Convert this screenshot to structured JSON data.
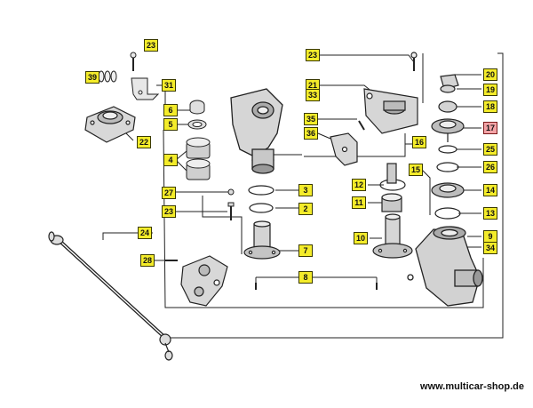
{
  "callouts": [
    {
      "id": "p23a",
      "label": "23"
    },
    {
      "id": "p39",
      "label": "39"
    },
    {
      "id": "p31",
      "label": "31"
    },
    {
      "id": "p6",
      "label": "6"
    },
    {
      "id": "p5",
      "label": "5"
    },
    {
      "id": "p22",
      "label": "22"
    },
    {
      "id": "p4",
      "label": "4"
    },
    {
      "id": "p27",
      "label": "27"
    },
    {
      "id": "p23b",
      "label": "23"
    },
    {
      "id": "p3",
      "label": "3"
    },
    {
      "id": "p2",
      "label": "2"
    },
    {
      "id": "p24",
      "label": "24"
    },
    {
      "id": "p7",
      "label": "7"
    },
    {
      "id": "p28",
      "label": "28"
    },
    {
      "id": "p8",
      "label": "8"
    },
    {
      "id": "p23c",
      "label": "23"
    },
    {
      "id": "p21",
      "label": "21"
    },
    {
      "id": "p33",
      "label": "33"
    },
    {
      "id": "p35",
      "label": "35"
    },
    {
      "id": "p36",
      "label": "36"
    },
    {
      "id": "p16",
      "label": "16"
    },
    {
      "id": "p12",
      "label": "12"
    },
    {
      "id": "p11",
      "label": "11"
    },
    {
      "id": "p10",
      "label": "10"
    },
    {
      "id": "p15",
      "label": "15"
    },
    {
      "id": "p20",
      "label": "20"
    },
    {
      "id": "p19",
      "label": "19"
    },
    {
      "id": "p18",
      "label": "18"
    },
    {
      "id": "p17",
      "label": "17",
      "highlight": true
    },
    {
      "id": "p25",
      "label": "25"
    },
    {
      "id": "p26",
      "label": "26"
    },
    {
      "id": "p14",
      "label": "14"
    },
    {
      "id": "p13",
      "label": "13"
    },
    {
      "id": "p9",
      "label": "9"
    },
    {
      "id": "p34",
      "label": "34"
    }
  ],
  "footer": {
    "text": "www.multicar-shop.de"
  }
}
